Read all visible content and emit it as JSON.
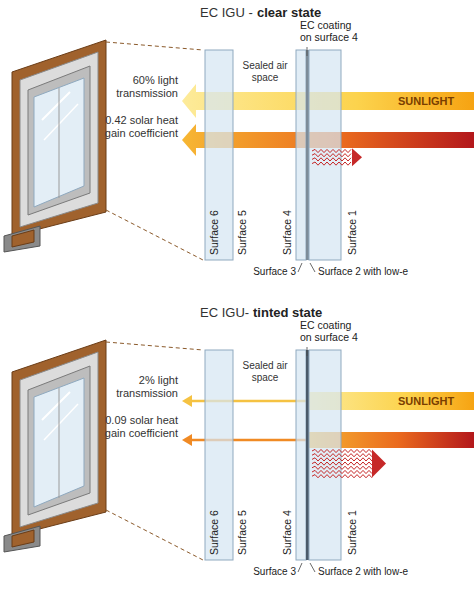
{
  "diagram": {
    "labels": [
      "EC IGU -",
      "clear state",
      "EC coating on surface 4",
      "Sealed air space",
      "SUNLIGHT",
      "60% light transmission",
      "0.42 solar heat gain coefficient",
      "Surface 6",
      "Surface 5",
      "Surface 4",
      "Surface 1",
      "Surface 3",
      "Surface 2 with low-e",
      "EC IGU-",
      "tinted state",
      "EC coating on surface 4",
      "Sealed air space",
      "SUNLIGHT",
      "2% light transmission",
      "0.09 solar heat gain coefficient",
      "Surface 6",
      "Surface 5",
      "Surface 4",
      "Surface 1",
      "Surface 3",
      "Surface 2 with low-e"
    ]
  }
}
